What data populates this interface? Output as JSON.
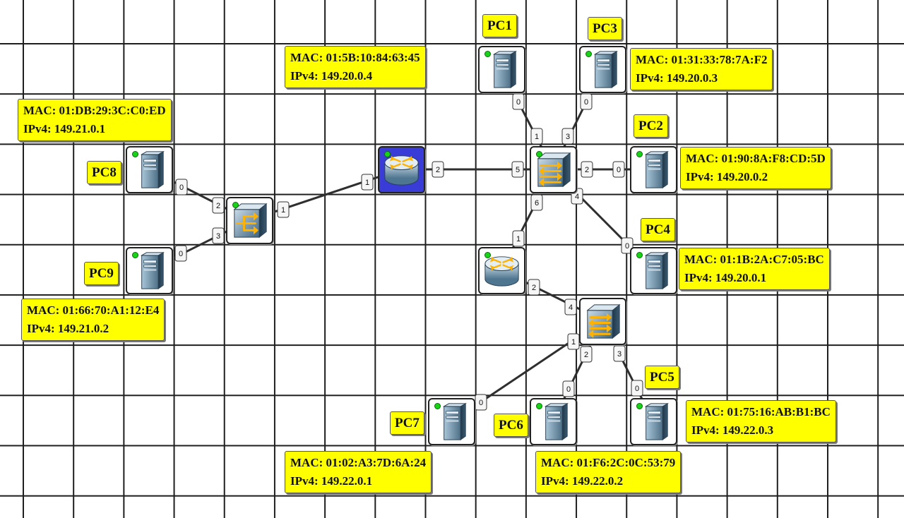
{
  "devices": {
    "pc1": {
      "name": "PC1",
      "mac": "MAC: 01:5B:10:84:63:45",
      "ip": "IPv4: 149.20.0.4"
    },
    "pc2": {
      "name": "PC2",
      "mac": "MAC: 01:90:8A:F8:CD:5D",
      "ip": "IPv4: 149.20.0.2"
    },
    "pc3": {
      "name": "PC3",
      "mac": "MAC: 01:31:33:78:7A:F2",
      "ip": "IPv4: 149.20.0.3"
    },
    "pc4": {
      "name": "PC4",
      "mac": "MAC: 01:1B:2A:C7:05:BC",
      "ip": "IPv4: 149.20.0.1"
    },
    "pc5": {
      "name": "PC5",
      "mac": "MAC: 01:75:16:AB:B1:BC",
      "ip": "IPv4: 149.22.0.3"
    },
    "pc6": {
      "name": "PC6",
      "mac": "MAC: 01:F6:2C:0C:53:79",
      "ip": "IPv4: 149.22.0.2"
    },
    "pc7": {
      "name": "PC7",
      "mac": "MAC: 01:02:A3:7D:6A:24",
      "ip": "IPv4: 149.22.0.1"
    },
    "pc8": {
      "name": "PC8",
      "mac": "MAC: 01:DB:29:3C:C0:ED",
      "ip": "IPv4: 149.21.0.1"
    },
    "pc9": {
      "name": "PC9",
      "mac": "MAC: 01:66:70:A1:12:E4",
      "ip": "IPv4: 149.21.0.2"
    }
  },
  "ports": {
    "pc1": "0",
    "sw1_pc1": "1",
    "pc3": "0",
    "sw1_pc3": "3",
    "sw1_pc2": "2",
    "pc2": "0",
    "sw1_router1": "5",
    "router1_sw1": "2",
    "sw1_pc4": "4",
    "pc4": "0",
    "sw1_router2": "6",
    "router2_sw1": "1",
    "router2_sw3": "2",
    "sw3_router2": "4",
    "sw3_pc7": "1",
    "pc7": "0",
    "sw3_pc6": "2",
    "pc6": "0",
    "sw3_pc5": "3",
    "pc5": "0",
    "router1_sw2": "1",
    "sw2_router1": "1",
    "sw2_pc8": "2",
    "pc8": "0",
    "sw2_pc9": "3",
    "pc9": "0"
  }
}
